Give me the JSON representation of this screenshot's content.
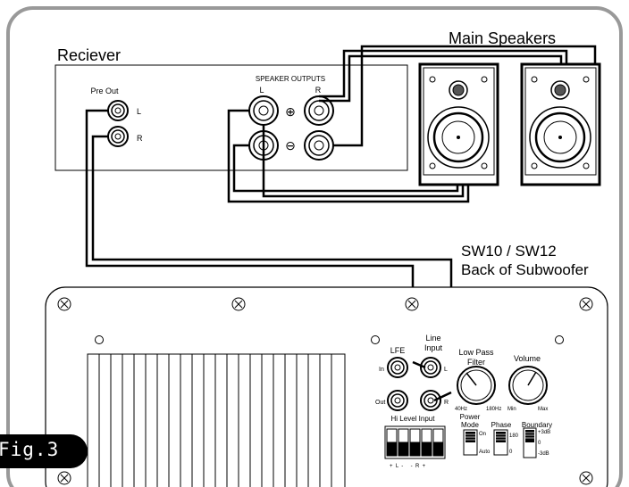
{
  "labels": {
    "main_speakers": "Main Speakers",
    "receiver": "Reciever",
    "pre_out": "Pre Out",
    "pre_out_l": "L",
    "pre_out_r": "R",
    "speaker_outputs": "SPEAKER OUTPUTS",
    "spk_l": "L",
    "spk_r": "R",
    "plus": "⊕",
    "minus": "⊖",
    "sub_model": "SW10 / SW12",
    "sub_back": "Back of Subwoofer",
    "lfe": "LFE",
    "line_input_1": "Line",
    "line_input_2": "Input",
    "lfe_in": "In",
    "lfe_out": "Out",
    "line_l": "L",
    "line_r": "R",
    "low_pass_1": "Low Pass",
    "low_pass_2": "Filter",
    "lp_min": "40Hz",
    "lp_max": "180Hz",
    "volume": "Volume",
    "vol_min": "Min",
    "vol_max": "Max",
    "hi_level": "Hi Level Input",
    "hi_pins": "+  L  -     -  R  +",
    "power_mode_1": "Power",
    "power_mode_2": "Mode",
    "pm_on": "On",
    "pm_auto": "Auto",
    "phase": "Phase",
    "ph_180": "180",
    "ph_0": "0",
    "boundary": "Boundary",
    "bd_p3": "+3dB",
    "bd_0": "0",
    "bd_m3": "-3dB"
  },
  "figure_badge": "Fig.3"
}
